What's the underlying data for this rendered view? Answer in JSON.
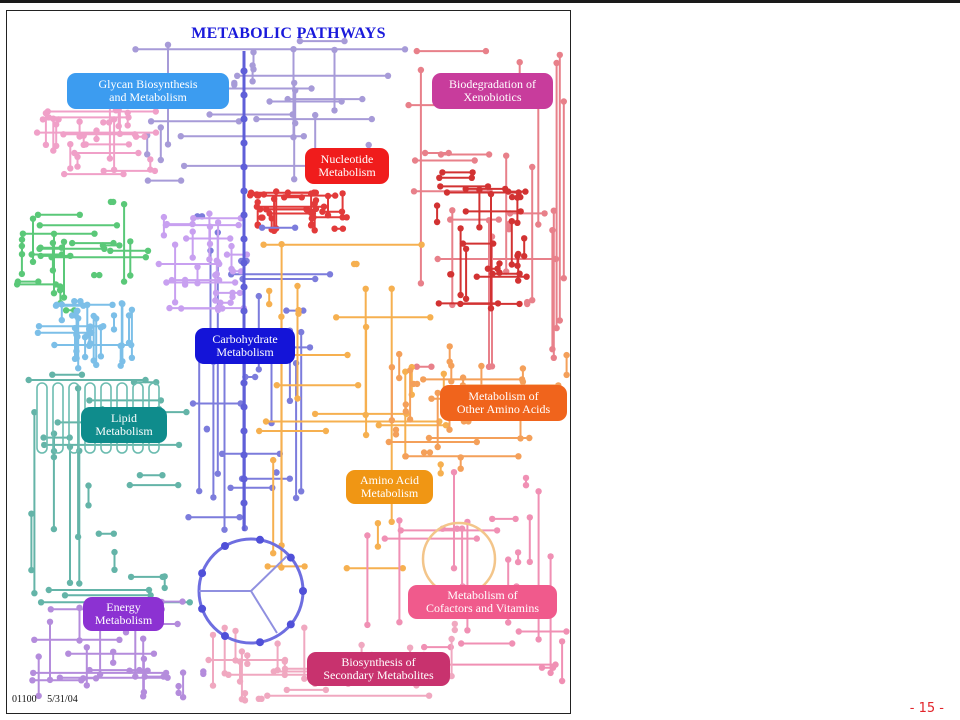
{
  "title": "METABOLIC PATHWAYS",
  "labels": {
    "glycan": {
      "line1": "Glycan Biosynthesis",
      "line2": "and Metabolism",
      "color": "#3c9cf0"
    },
    "xenobiotics": {
      "line1": "Biodegradation of",
      "line2": "Xenobiotics",
      "color": "#c83c9c"
    },
    "nucleotide": {
      "line1": "Nucleotide",
      "line2": "Metabolism",
      "color": "#f01c1c"
    },
    "carbohydrate": {
      "line1": "Carbohydrate",
      "line2": "Metabolism",
      "color": "#1414d8"
    },
    "lipid": {
      "line1": "Lipid",
      "line2": "Metabolism",
      "color": "#0f8c8c"
    },
    "other_amino": {
      "line1": "Metabolism of",
      "line2": "Other Amino Acids",
      "color": "#f0641c"
    },
    "amino": {
      "line1": "Amino Acid",
      "line2": "Metabolism",
      "color": "#f09614"
    },
    "cofactors": {
      "line1": "Metabolism of",
      "line2": "Cofactors and Vitamins",
      "color": "#f05a8c"
    },
    "energy": {
      "line1": "Energy",
      "line2": "Metabolism",
      "color": "#8c32d2"
    },
    "secondary": {
      "line1": "Biosynthesis of",
      "line2": "Secondary Metabolites",
      "color": "#c8326e"
    }
  },
  "footer": {
    "map_id": "01100",
    "date": "5/31/04"
  },
  "page_number": "- 15 -"
}
